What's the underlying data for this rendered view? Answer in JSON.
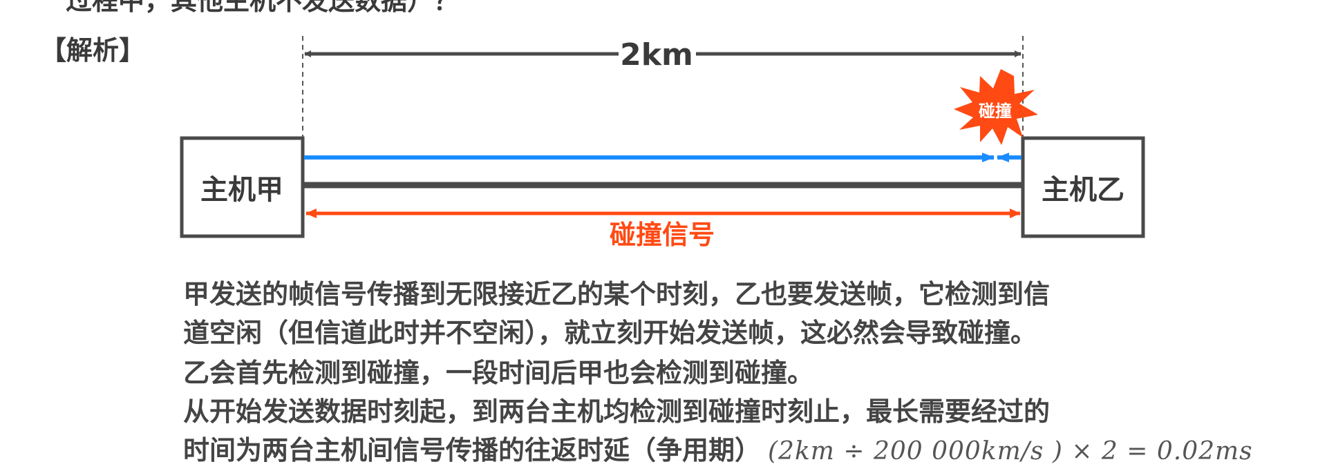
{
  "question_tail": "过程中，其他主机不发送数据）？",
  "heading": "【解析】",
  "diagram": {
    "distance_label": "2km",
    "host_a": "主机甲",
    "host_b": "主机乙",
    "collision_burst_label": "碰撞",
    "collision_signal_label": "碰撞信号",
    "colors": {
      "frame_arrow": "#1a8cff",
      "link_line": "#4a4a4a",
      "collision_signal": "#ff4a14",
      "burst": "#ff4a14"
    }
  },
  "explanation": {
    "p1_line1": "甲发送的帧信号传播到无限接近乙的某个时刻，乙也要发送帧，它检测到信",
    "p1_line2": "道空闲（但信道此时并不空闲），就立刻开始发送帧，这必然会导致碰撞。",
    "p2": "乙会首先检测到碰撞，一段时间后甲也会检测到碰撞。",
    "p3_line1": "从开始发送数据时刻起，到两台主机均检测到碰撞时刻止，最长需要经过的",
    "p3_line2": "时间为两台主机间信号传播的往返时延（争用期）",
    "formula": "(2km ÷ 200 000km/s ) × 2 = 0.02ms"
  }
}
